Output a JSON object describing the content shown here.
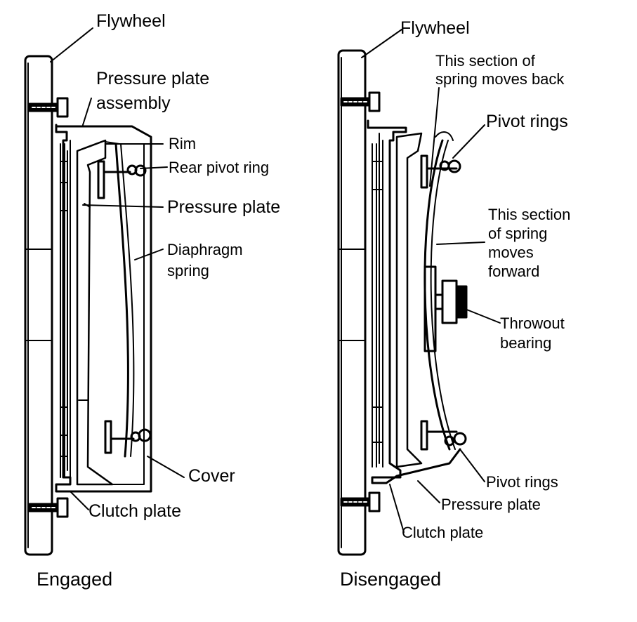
{
  "engaged": {
    "caption": "Engaged",
    "labels": {
      "flywheel": "Flywheel",
      "pressure_plate_assembly_1": "Pressure plate",
      "pressure_plate_assembly_2": "assembly",
      "rim": "Rim",
      "rear_pivot_ring": "Rear pivot ring",
      "pressure_plate": "Pressure plate",
      "diaphragm_spring_1": "Diaphragm",
      "diaphragm_spring_2": "spring",
      "cover": "Cover",
      "clutch_plate": "Clutch plate"
    }
  },
  "disengaged": {
    "caption": "Disengaged",
    "labels": {
      "flywheel": "Flywheel",
      "spring_back_1": "This section of",
      "spring_back_2": "spring moves back",
      "pivot_rings_top": "Pivot rings",
      "spring_forward_1": "This section",
      "spring_forward_2": "of spring",
      "spring_forward_3": "moves",
      "spring_forward_4": "forward",
      "throwout_1": "Throwout",
      "throwout_2": "bearing",
      "pivot_rings_bottom": "Pivot rings",
      "pressure_plate": "Pressure plate",
      "clutch_plate": "Clutch plate"
    }
  },
  "colors": {
    "ink": "#000000",
    "paper": "#ffffff"
  }
}
